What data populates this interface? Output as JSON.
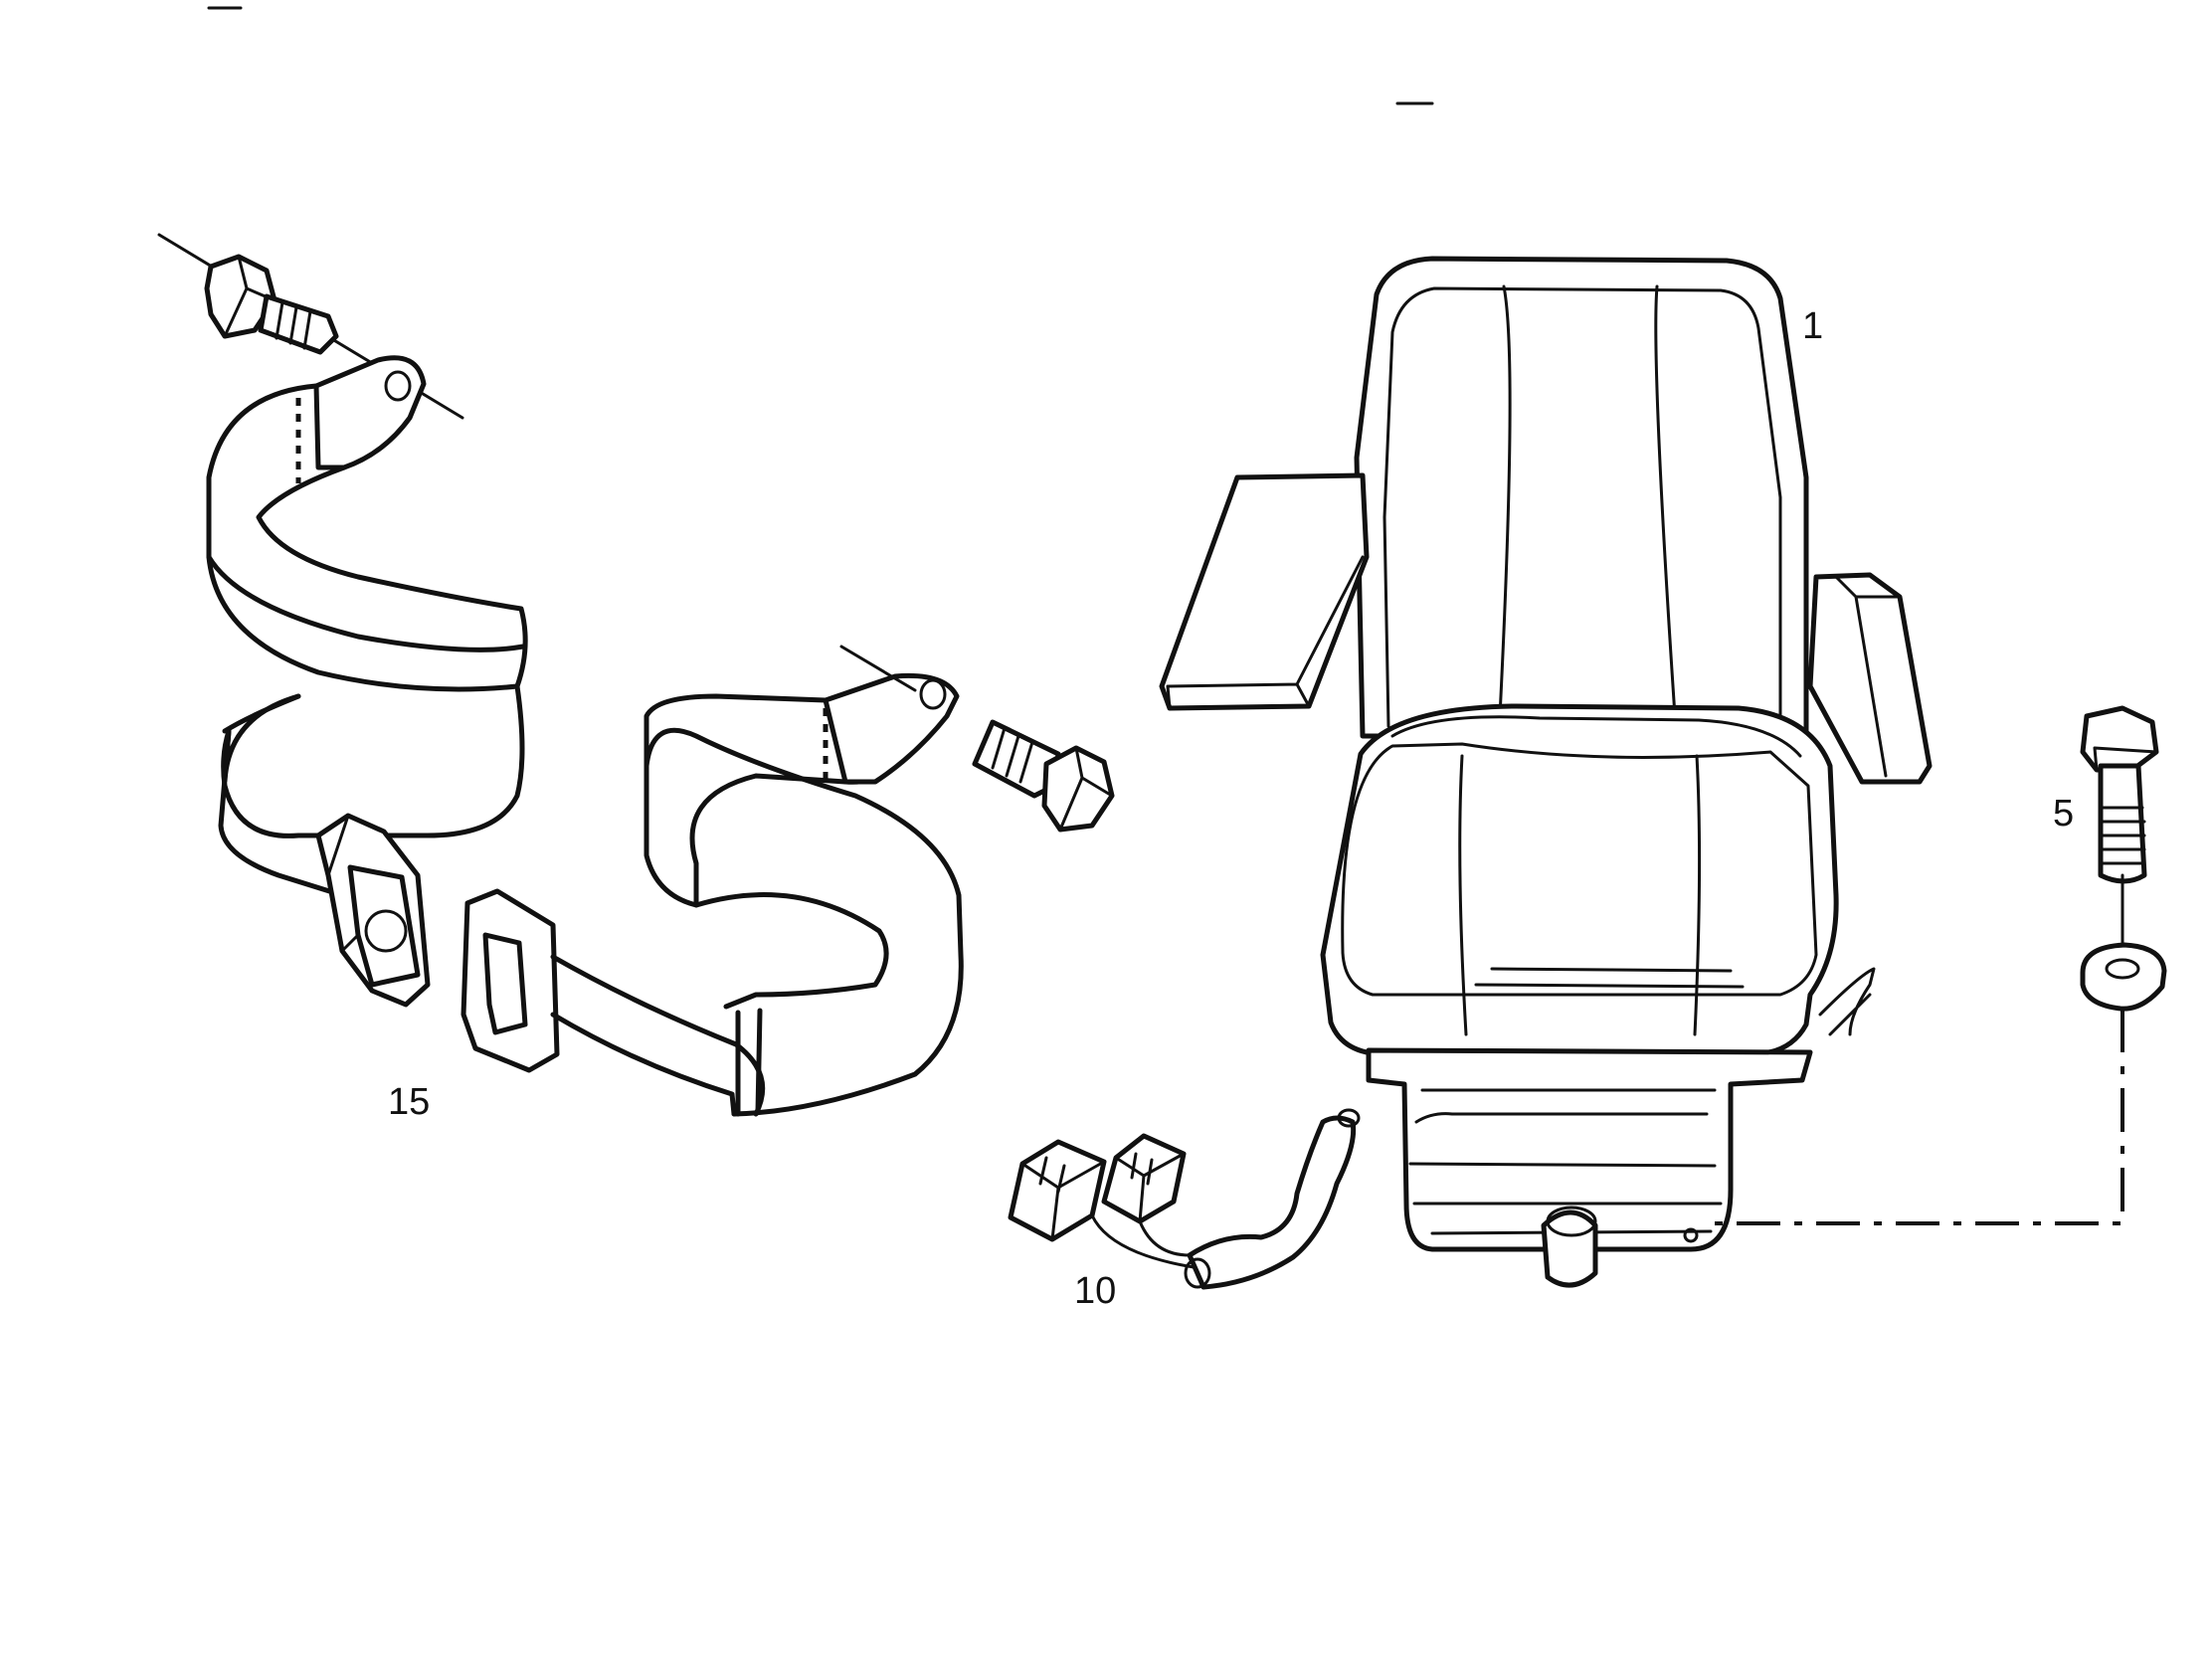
{
  "callouts": {
    "seat": "1",
    "bolt": "5",
    "harness": "10",
    "seat_belt": "15"
  },
  "colors": {
    "line": "#111111",
    "background": "#ffffff"
  }
}
